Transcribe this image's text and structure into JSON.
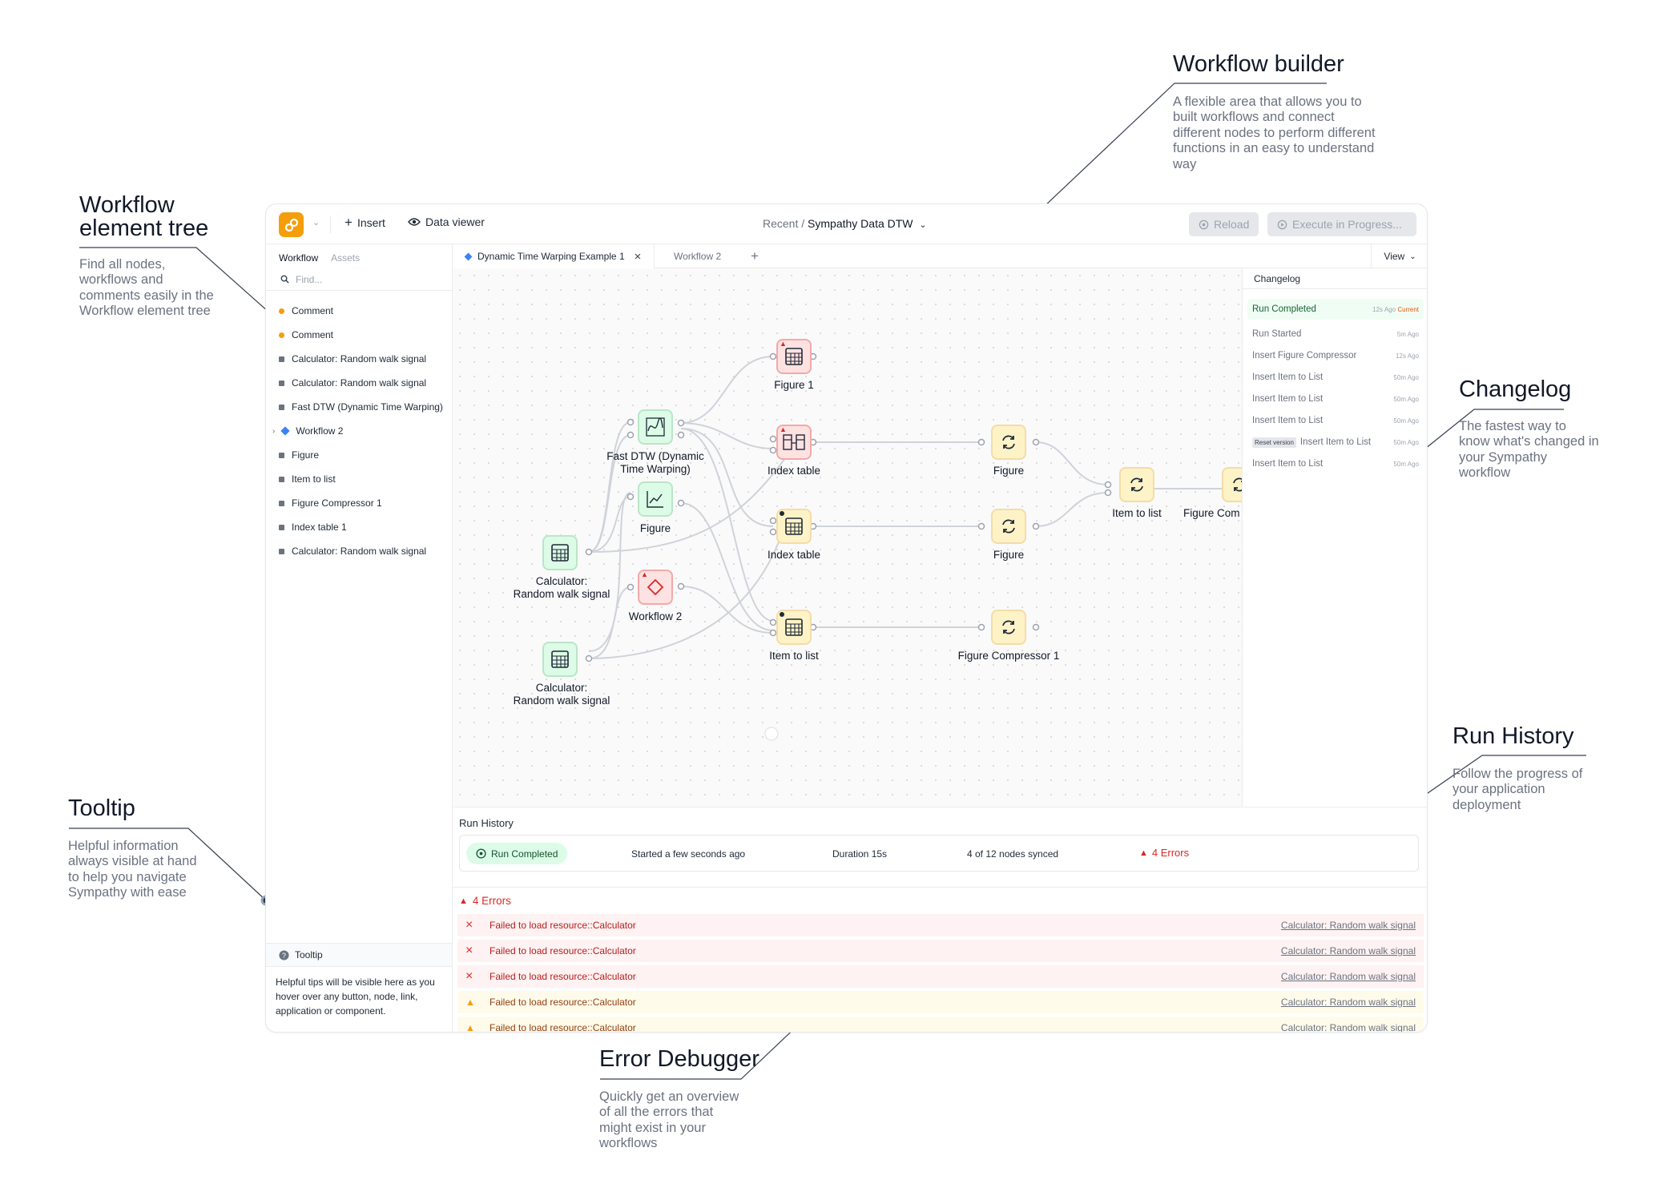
{
  "annotations": {
    "workflow_builder": {
      "title": "Workflow builder",
      "text": "A flexible area that allows you to built workflows and connect different nodes to perform different functions in an easy to understand way"
    },
    "element_tree": {
      "title_line1": "Workflow",
      "title_line2": "element tree",
      "text": "Find all nodes, workflows and comments easily in the Workflow element tree"
    },
    "changelog": {
      "title": "Changelog",
      "text": "The fastest way to know what's changed in your Sympathy workflow"
    },
    "run_history": {
      "title": "Run History",
      "text": "Follow the progress of your application deployment"
    },
    "tooltip": {
      "title": "Tooltip",
      "text": "Helpful information always visible at hand to help you navigate Sympathy with ease"
    },
    "error_debugger": {
      "title": "Error Debugger",
      "text": "Quickly get an overview of all the errors that might exist in your workflows"
    }
  },
  "colors": {
    "accent": "#f59e0b",
    "success": "#16a34a",
    "error": "#dc2626",
    "warning": "#f59e0b",
    "link_blue": "#3b82f6"
  },
  "toolbar": {
    "insert_label": "Insert",
    "data_viewer_label": "Data viewer",
    "breadcrumb_recent": "Recent /",
    "breadcrumb_current": "Sympathy Data DTW",
    "reload_label": "Reload",
    "execute_label": "Execute in Progress..."
  },
  "left_panel": {
    "tab_workflow": "Workflow",
    "tab_assets": "Assets",
    "find_placeholder": "Find...",
    "items": [
      {
        "label": "Comment",
        "kind": "comment"
      },
      {
        "label": "Comment",
        "kind": "comment"
      },
      {
        "label": "Calculator: Random walk signal",
        "kind": "node"
      },
      {
        "label": "Calculator: Random walk signal",
        "kind": "node"
      },
      {
        "label": "Fast DTW (Dynamic Time Warping)",
        "kind": "node"
      },
      {
        "label": "Workflow 2",
        "kind": "workflow"
      },
      {
        "label": "Figure",
        "kind": "node"
      },
      {
        "label": "Item to list",
        "kind": "node"
      },
      {
        "label": "Figure Compressor 1",
        "kind": "node"
      },
      {
        "label": "Index table 1",
        "kind": "node"
      },
      {
        "label": "Calculator: Random walk signal",
        "kind": "node"
      }
    ],
    "tooltip_title": "Tooltip",
    "tooltip_text": "Helpful tips will be visible here as you hover over any button, node, link, application or component."
  },
  "tabs": {
    "active": "Dynamic Time Warping Example 1",
    "second": "Workflow 2",
    "view_label": "View"
  },
  "canvas": {
    "nodes": {
      "calc1": {
        "line1": "Calculator:",
        "line2": "Random walk signal"
      },
      "calc2": {
        "line1": "Calculator:",
        "line2": "Random walk signal"
      },
      "fastdtw": {
        "line1": "Fast DTW (Dynamic",
        "line2": "Time Warping)"
      },
      "figure_mid": "Figure",
      "workflow2": "Workflow 2",
      "figure1": "Figure 1",
      "index_table_a": "Index table",
      "index_table_b": "Index table",
      "item_to_list_a": "Item to list",
      "figure_a": "Figure",
      "figure_b": "Figure",
      "figure_compressor1": "Figure Compressor 1",
      "item_to_list_b": "Item to list",
      "figure_com": "Figure Com"
    }
  },
  "changelog": {
    "title": "Changelog",
    "entries": [
      {
        "label": "Run Completed",
        "time": "12s Ago",
        "current": "Current"
      },
      {
        "label": "Run Started",
        "time": "5m Ago"
      },
      {
        "label": "Insert Figure Compressor",
        "time": "12s Ago"
      },
      {
        "label": "Insert Item to List",
        "time": "50m Ago"
      },
      {
        "label": "Insert Item to List",
        "time": "50m Ago"
      },
      {
        "label": "Insert Item to List",
        "time": "50m Ago"
      },
      {
        "label": "Insert Item to List",
        "time": "50m Ago",
        "badge": "Reset version"
      },
      {
        "label": "Insert Item to List",
        "time": "50m Ago"
      }
    ]
  },
  "run_history": {
    "title": "Run History",
    "status": "Run Completed",
    "started": "Started a few seconds ago",
    "duration": "Duration 15s",
    "synced": "4 of 12 nodes synced",
    "errors": "4 Errors"
  },
  "errors": {
    "title": "4 Errors",
    "rows": [
      {
        "severity": "error",
        "message": "Failed to load resource::Calculator",
        "link": "Calculator: Random walk signal"
      },
      {
        "severity": "error",
        "message": "Failed to load resource::Calculator",
        "link": "Calculator: Random walk signal"
      },
      {
        "severity": "error",
        "message": "Failed to load resource::Calculator",
        "link": "Calculator: Random walk signal"
      },
      {
        "severity": "warning",
        "message": "Failed to load resource::Calculator",
        "link": "Calculator: Random walk signal"
      },
      {
        "severity": "warning",
        "message": "Failed to load resource::Calculator",
        "link": "Calculator: Random walk signal"
      }
    ]
  }
}
